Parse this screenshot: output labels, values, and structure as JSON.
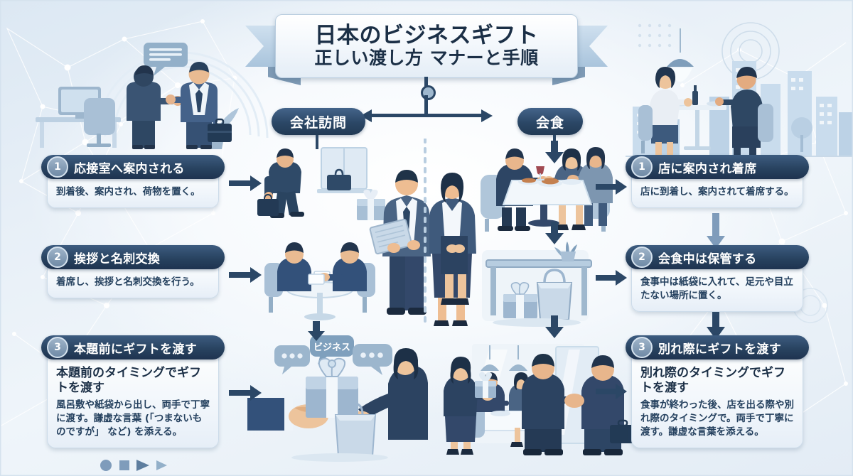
{
  "title": {
    "line1": "日本のビジネスギフト",
    "line2": "正しい渡し方 マナーと手順"
  },
  "branches": {
    "left": "会社訪問",
    "right": "会食"
  },
  "left_steps": [
    {
      "num": "1",
      "heading": "応接室へ案内される",
      "subtitle": "",
      "body": "到着後、案内され、荷物を置く。"
    },
    {
      "num": "2",
      "heading": "挨拶と名刺交換",
      "subtitle": "",
      "body": "着席し、挨拶と名刺交換を行う。"
    },
    {
      "num": "3",
      "heading": "本題前にギフトを渡す",
      "subtitle": "本題前のタイミングでギフトを渡す",
      "body": "風呂敷や紙袋から出し、両手で丁寧に渡す。謙虚な言葉 (「つまないものですが」 など) を添える。"
    }
  ],
  "right_steps": [
    {
      "num": "1",
      "heading": "店に案内され着席",
      "subtitle": "",
      "body": "店に到着し、案内されて着席する。"
    },
    {
      "num": "2",
      "heading": "会食中は保管する",
      "subtitle": "",
      "body": "食事中は紙袋に入れて、足元や目立たない場所に置く。"
    },
    {
      "num": "3",
      "heading": "別れ際にギフトを渡す",
      "subtitle": "別れ際のタイミングでギフトを渡す",
      "body": "食事が終わった後、店を出る際や別れ際のタイミングで。両手で丁寧に渡す。謙虚な言葉を添える。"
    }
  ],
  "illustrations": {
    "top_left": "handshake-meeting-scene",
    "top_right": "restaurant-dinner-city-scene",
    "center_people": "businessman-with-tablet-and-businesswoman",
    "left_walk": "businessman-walking-with-briefcase",
    "left_meeting": "business-card-exchange-at-table",
    "left_gift": "gift-handover-two-hands",
    "right_dining": "three-people-dining-table",
    "right_storage": "gift-and-paper-bag-under-table",
    "right_farewell": "farewell-handshake-at-restaurant-exit",
    "speech_bubble_label": "ビジネス"
  },
  "colors": {
    "navy": "#2b4766",
    "deep_navy": "#1e3350",
    "card_head_start": "#3d5c80",
    "accent_badge": "#8da6bf",
    "background": "#e7eff7",
    "text_dark": "#1b2f46",
    "text_body": "#24405e"
  },
  "deco_shapes": [
    "circle",
    "square",
    "triangle",
    "triangle"
  ]
}
